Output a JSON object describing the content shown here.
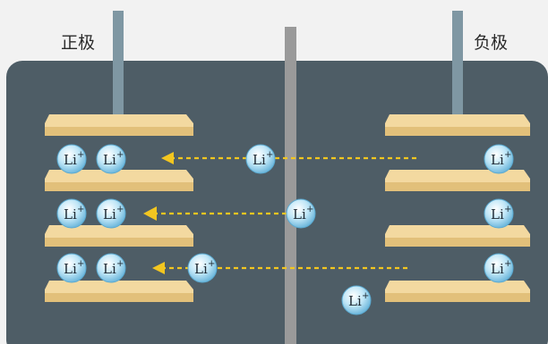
{
  "labels": {
    "positive_electrode": "正极",
    "negative_electrode": "负极"
  },
  "ion": {
    "symbol": "Li",
    "charge": "+"
  },
  "colors": {
    "background": "#f2f2f2",
    "electrolyte": "#4e5d66",
    "separator": "#9a9a9a",
    "plate": "#f3d9a0",
    "collector": "#7f97a3",
    "ion_fill": "#bfe6f7",
    "arrow": "#f3c620"
  },
  "icons": [
    "lithium-ion-icon",
    "arrow-left-icon"
  ]
}
